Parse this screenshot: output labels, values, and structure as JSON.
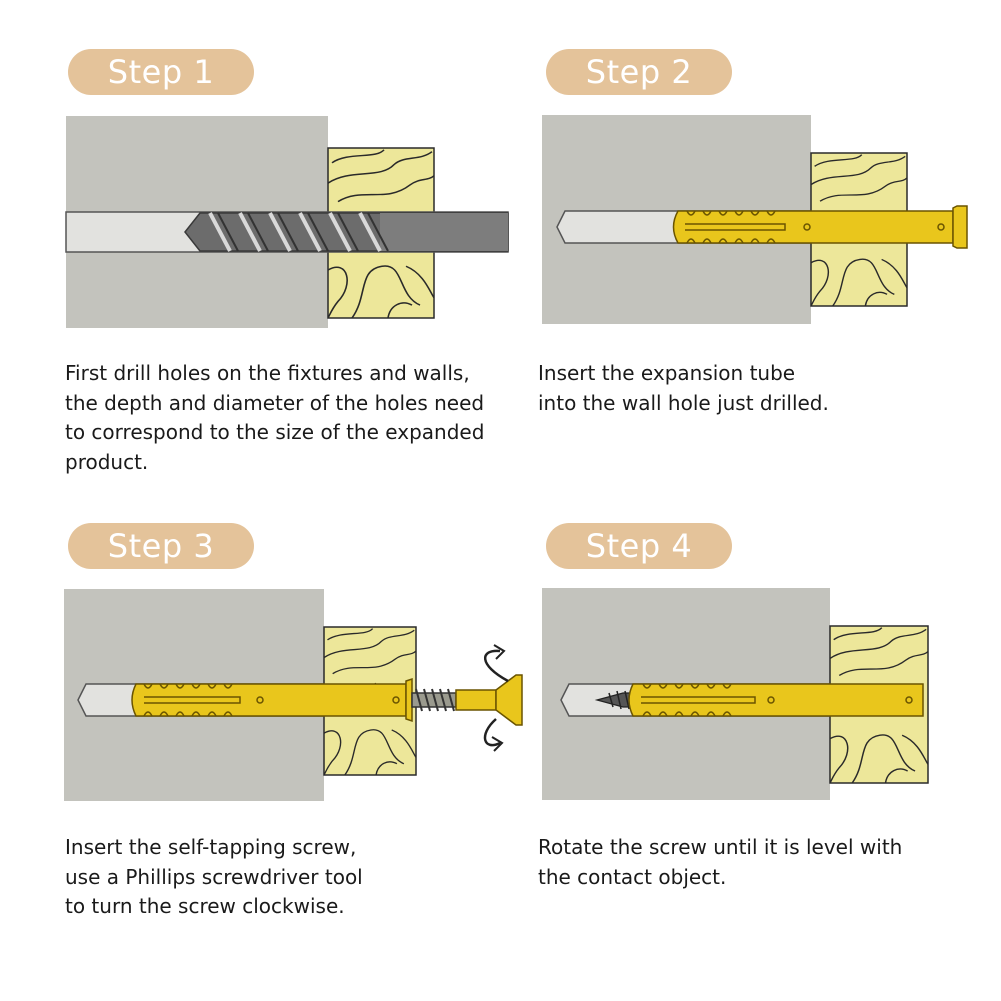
{
  "colors": {
    "badge": "#e4c39a",
    "wall": "#c3c3bd",
    "wood": "#ede79a",
    "anchor": "#e9c61c",
    "hole": "#e2e2df",
    "bit": "#6c6c6c"
  },
  "steps": [
    {
      "label": "Step 1",
      "caption": [
        "First drill holes on the fixtures and walls,",
        "the depth and diameter of the holes need",
        "to correspond to the size of the expanded",
        "product."
      ]
    },
    {
      "label": "Step 2",
      "caption": [
        "Insert the expansion tube",
        "into the wall hole just drilled."
      ]
    },
    {
      "label": "Step 3",
      "caption": [
        "Insert the self-tapping screw,",
        "use a Phillips screwdriver tool",
        "to turn the screw clockwise."
      ]
    },
    {
      "label": "Step 4",
      "caption": [
        "Rotate the screw until it is level with",
        "the contact object."
      ]
    }
  ]
}
